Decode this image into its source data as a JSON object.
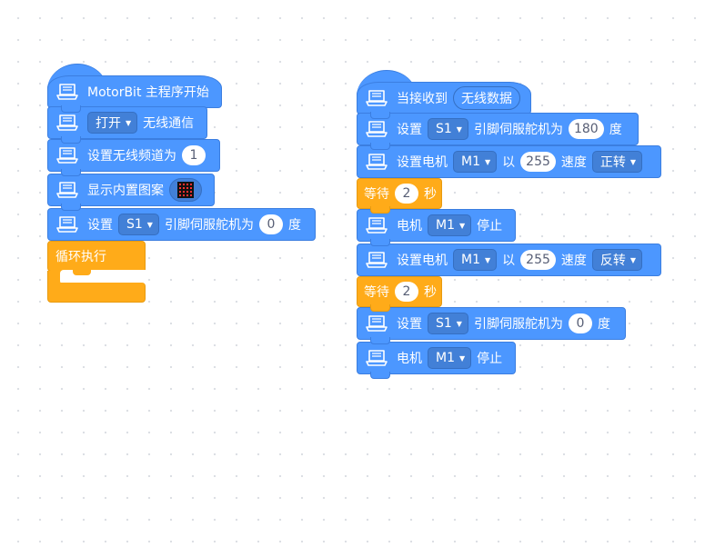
{
  "colors": {
    "motion_blue": "#4c97ff",
    "control_orange": "#ffab19",
    "field_white": "#ffffff",
    "field_text": "#575e75",
    "matrix_led": "#ff3030"
  },
  "icon": "motorbit-laptop-icon",
  "left_stack": {
    "hat_label": "MotorBit 主程序开始",
    "radio_action": "打开",
    "radio_label": "无线通信",
    "channel_label": "设置无线频道为",
    "channel_value": "1",
    "show_icon_label": "显示内置图案",
    "servo_set": "设置",
    "servo_pin": "S1",
    "servo_label": "引脚伺服舵机为",
    "servo_angle": "0",
    "servo_unit": "度",
    "forever_label": "循环执行"
  },
  "right_stack": {
    "hat_label": "当接收到",
    "hat_reporter": "无线数据",
    "servo1": {
      "set": "设置",
      "pin": "S1",
      "label": "引脚伺服舵机为",
      "angle": "180",
      "unit": "度"
    },
    "motor1": {
      "label": "设置电机",
      "motor": "M1",
      "with": "以",
      "speed": "255",
      "speed_label": "速度",
      "direction": "正转"
    },
    "wait1": {
      "label": "等待",
      "value": "2",
      "unit": "秒"
    },
    "stop1": {
      "label": "电机",
      "motor": "M1",
      "action": "停止"
    },
    "motor2": {
      "label": "设置电机",
      "motor": "M1",
      "with": "以",
      "speed": "255",
      "speed_label": "速度",
      "direction": "反转"
    },
    "wait2": {
      "label": "等待",
      "value": "2",
      "unit": "秒"
    },
    "servo2": {
      "set": "设置",
      "pin": "S1",
      "label": "引脚伺服舵机为",
      "angle": "0",
      "unit": "度"
    },
    "stop2": {
      "label": "电机",
      "motor": "M1",
      "action": "停止"
    }
  }
}
